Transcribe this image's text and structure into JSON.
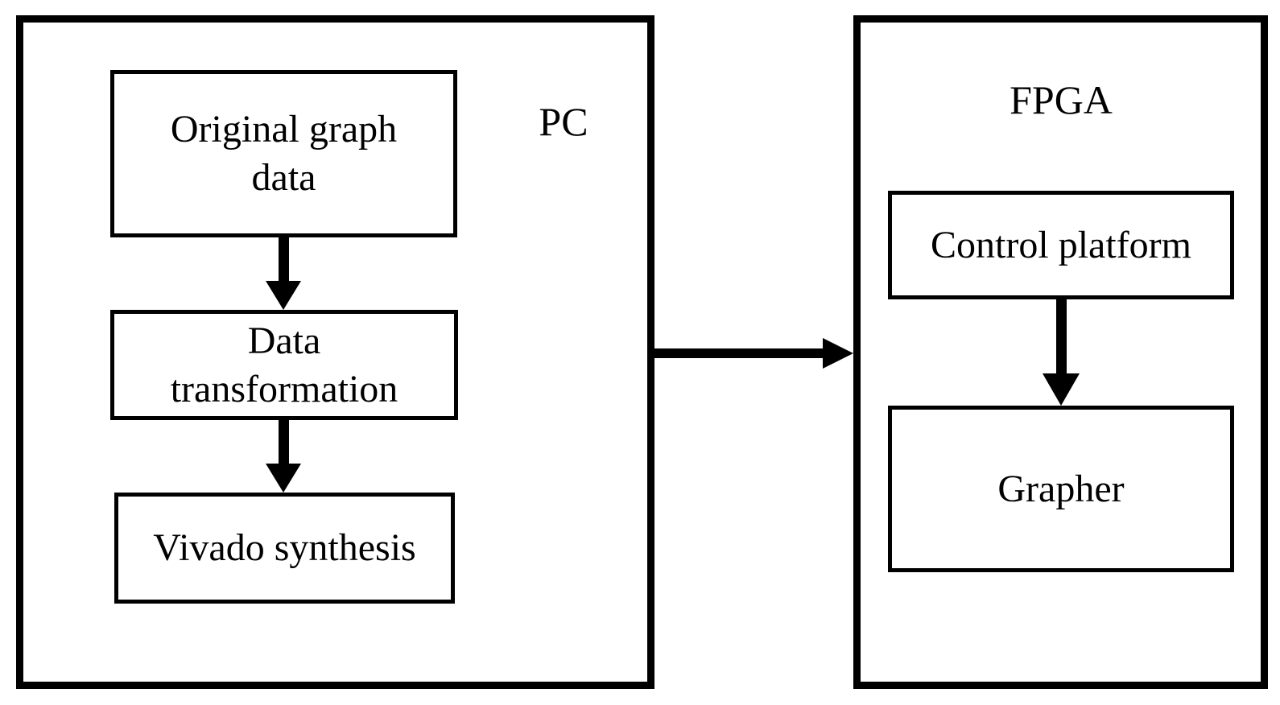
{
  "figure": {
    "type": "flow-diagram",
    "background_color": "#ffffff",
    "stroke_color": "#000000",
    "containers": {
      "pc": {
        "label": "PC"
      },
      "fpga": {
        "label": "FPGA"
      }
    },
    "nodes": {
      "original_graph_data": {
        "label": "Original graph\ndata",
        "container": "PC"
      },
      "data_transformation": {
        "label": "Data\ntransformation",
        "container": "PC"
      },
      "vivado_synthesis": {
        "label": "Vivado synthesis",
        "container": "PC"
      },
      "control_platform": {
        "label": "Control platform",
        "container": "FPGA"
      },
      "grapher": {
        "label": "Grapher",
        "container": "FPGA"
      }
    },
    "edges": [
      {
        "from": "Original graph data",
        "to": "Data transformation",
        "direction": "down"
      },
      {
        "from": "Data transformation",
        "to": "Vivado synthesis",
        "direction": "down"
      },
      {
        "from": "PC",
        "to": "FPGA",
        "direction": "right"
      },
      {
        "from": "Control platform",
        "to": "Grapher",
        "direction": "down"
      }
    ]
  }
}
